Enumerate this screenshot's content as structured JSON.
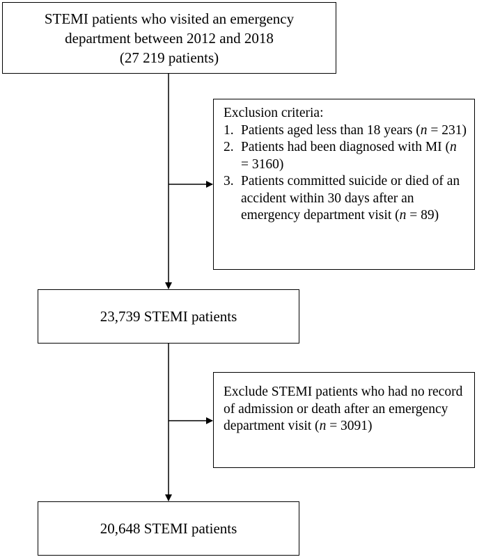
{
  "start_box": {
    "line1": "STEMI patients who visited an emergency",
    "line2": "department between 2012 and 2018",
    "line3": "(27 219 patients)"
  },
  "exclusion_1": {
    "heading": "Exclusion criteria:",
    "items": [
      {
        "num": "1.",
        "pre": "Patients aged less than 18 years (",
        "n_symbol": "n",
        "post": " = 231)"
      },
      {
        "num": "2.",
        "pre": "Patients had been diagnosed with MI (",
        "n_symbol": "n",
        "post": " = 3160)"
      },
      {
        "num": "3.",
        "pre": "Patients committed suicide or died of an accident within 30 days after an emergency department visit (",
        "n_symbol": "n",
        "post": " = 89)"
      }
    ]
  },
  "middle_box": {
    "text": "23,739 STEMI patients"
  },
  "exclusion_2": {
    "pre": "Exclude STEMI patients who had no record of admission or death after an emergency department visit (",
    "n_symbol": "n",
    "post": " = 3091)"
  },
  "final_box": {
    "text": "20,648 STEMI patients"
  }
}
